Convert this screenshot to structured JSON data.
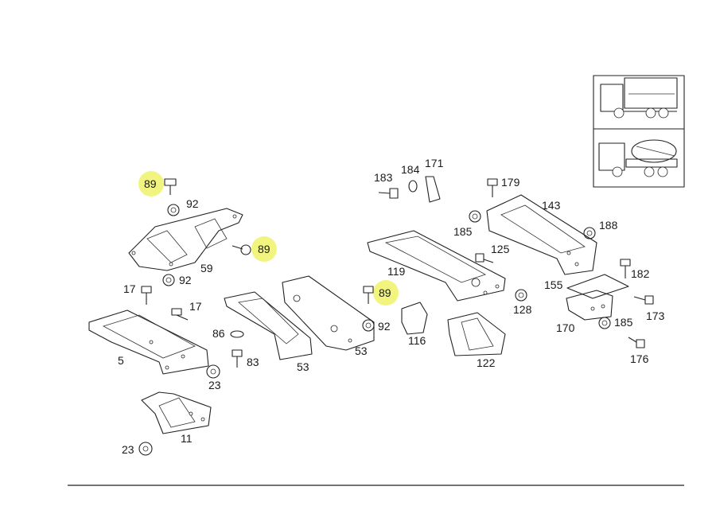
{
  "colors": {
    "highlight": "#eef36a",
    "line": "#222222",
    "background": "#ffffff"
  },
  "vehicle_icons": [
    "truck-icon",
    "concrete-mixer-icon"
  ],
  "highlighted_parts": [
    "89",
    "89",
    "89"
  ],
  "labels": {
    "p89a": "89",
    "p92a": "92",
    "p89b": "89",
    "p59": "59",
    "p92b": "92",
    "p17a": "17",
    "p17b": "17",
    "p5": "5",
    "p86": "86",
    "p83": "83",
    "p23a": "23",
    "p11": "11",
    "p23b": "23",
    "p53a": "53",
    "p53b": "53",
    "p89c": "89",
    "p92c": "92",
    "p183": "183",
    "p184": "184",
    "p171": "171",
    "p119": "119",
    "p125": "125",
    "p116": "116",
    "p122": "122",
    "p128": "128",
    "p179": "179",
    "p143": "143",
    "p185a": "185",
    "p188": "188",
    "p155": "155",
    "p182": "182",
    "p170": "170",
    "p185b": "185",
    "p173": "173",
    "p176": "176"
  }
}
